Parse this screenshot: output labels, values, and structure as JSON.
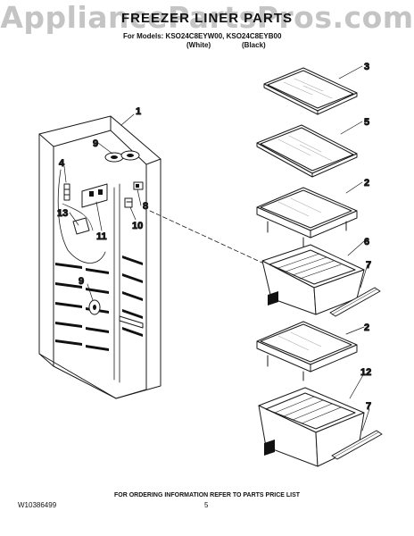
{
  "watermark": "AppliancePartsPros.com",
  "header": {
    "title": "FREEZER LINER PARTS",
    "models_line": "For Models: KSO24C8EYW00, KSO24C8EYB00",
    "color_white": "(White)",
    "color_black": "(Black)"
  },
  "callouts": {
    "c1": "1",
    "c2a": "2",
    "c2b": "2",
    "c3": "3",
    "c4": "4",
    "c5": "5",
    "c6": "6",
    "c7a": "7",
    "c7b": "7",
    "c8": "8",
    "c9a": "9",
    "c9b": "9",
    "c10": "10",
    "c11": "11",
    "c12": "12",
    "c13": "13"
  },
  "footer": {
    "ordering_note": "FOR ORDERING INFORMATION REFER TO PARTS PRICE LIST",
    "document_number": "W10386499",
    "page_number": "5"
  }
}
